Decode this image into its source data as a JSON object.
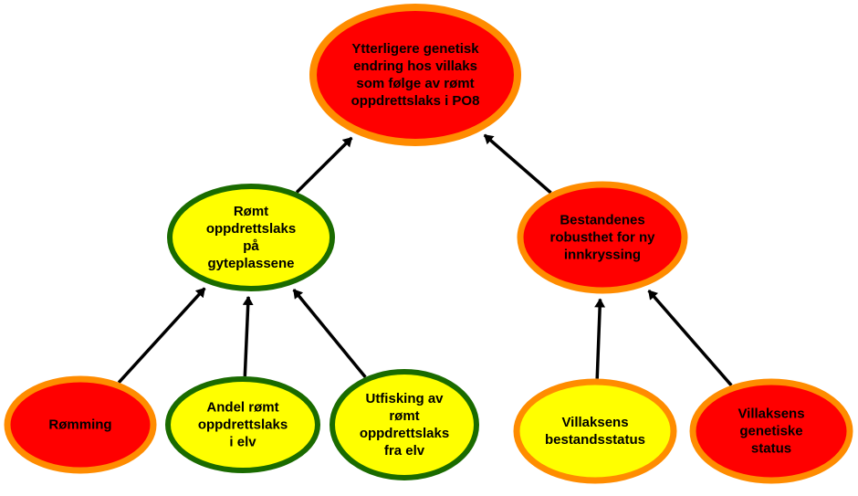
{
  "colors": {
    "red": "#ff0000",
    "yellow": "#ffff00",
    "orange": "#ff8c00",
    "green": "#1a6b00",
    "arrow": "#000000"
  },
  "nodes": [
    {
      "id": "top",
      "lines": [
        "Ytterligere genetisk",
        "endring hos villaks",
        "som følge av rømt",
        "oppdrettslaks i PO8"
      ],
      "fill": "red",
      "border": "orange"
    },
    {
      "id": "romt",
      "lines": [
        "Rømt",
        "oppdrettslaks",
        "på",
        "gyteplassene"
      ],
      "fill": "yellow",
      "border": "green"
    },
    {
      "id": "robust",
      "lines": [
        "Bestandenes",
        "robusthet for ny",
        "innkryssing"
      ],
      "fill": "red",
      "border": "orange"
    },
    {
      "id": "romming",
      "lines": [
        "Rømming"
      ],
      "fill": "red",
      "border": "orange"
    },
    {
      "id": "andel",
      "lines": [
        "Andel rømt",
        "oppdrettslaks",
        "i elv"
      ],
      "fill": "yellow",
      "border": "green"
    },
    {
      "id": "utfisking",
      "lines": [
        "Utfisking av",
        "rømt",
        "oppdrettslaks",
        "fra elv"
      ],
      "fill": "yellow",
      "border": "green"
    },
    {
      "id": "bestand",
      "lines": [
        "Villaksens",
        "bestandsstatus"
      ],
      "fill": "yellow",
      "border": "orange"
    },
    {
      "id": "genetisk",
      "lines": [
        "Villaksens",
        "genetiske",
        "status"
      ],
      "fill": "red",
      "border": "orange"
    }
  ],
  "edges": [
    {
      "from": "romt",
      "to": "top"
    },
    {
      "from": "robust",
      "to": "top"
    },
    {
      "from": "romming",
      "to": "romt"
    },
    {
      "from": "andel",
      "to": "romt"
    },
    {
      "from": "utfisking",
      "to": "romt"
    },
    {
      "from": "bestand",
      "to": "robust"
    },
    {
      "from": "genetisk",
      "to": "robust"
    }
  ]
}
